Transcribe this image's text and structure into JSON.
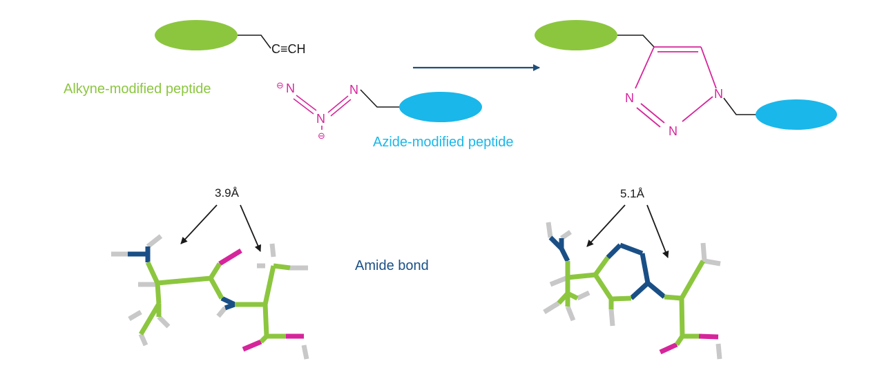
{
  "colors": {
    "alkyne_green": "#8cc63f",
    "azide_blue": "#1ab7ea",
    "magenta": "#d6259b",
    "arrow_navy": "#1f4e79",
    "bond_navy": "#1a4f86",
    "gray": "#c8c8c8",
    "black": "#1a1a1a"
  },
  "reaction": {
    "alkyne_label": "Alkyne-modified peptide",
    "azide_label": "Azide-modified peptide",
    "alkyne_group": "C≡CH",
    "azide_atoms": [
      "N",
      "N",
      "N"
    ],
    "charges": [
      "⊖",
      "⊖"
    ],
    "triazole_atoms": [
      "N",
      "N",
      "N"
    ]
  },
  "structures": {
    "left_distance": "3.9Å",
    "right_distance": "5.1Å",
    "middle_label": "Amide bond"
  }
}
